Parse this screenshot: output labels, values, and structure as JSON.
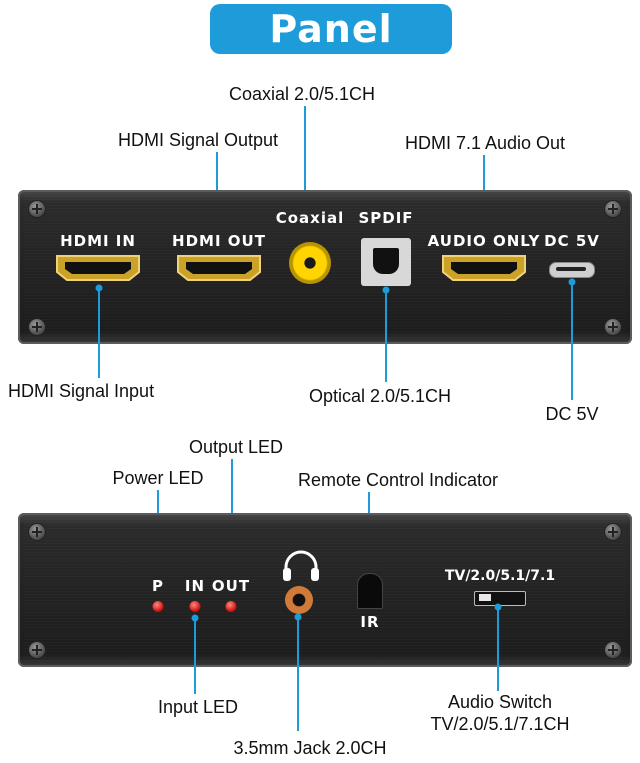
{
  "title": "Panel",
  "front_panel": {
    "callouts": {
      "coaxial": "Coaxial 2.0/5.1CH",
      "hdmi_output": "HDMI Signal Output",
      "hdmi_audio_out": "HDMI 7.1 Audio Out",
      "hdmi_input": "HDMI Signal Input",
      "optical": "Optical 2.0/5.1CH",
      "dc": "DC 5V"
    },
    "labels": {
      "hdmi_in": "HDMI IN",
      "hdmi_out": "HDMI OUT",
      "coaxial": "Coaxial",
      "spdif": "SPDIF",
      "audio_only": "AUDIO ONLY",
      "dc": "DC 5V"
    }
  },
  "rear_panel": {
    "callouts": {
      "output_led": "Output LED",
      "power_led": "Power LED",
      "remote_indicator": "Remote Control Indicator",
      "input_led": "Input LED",
      "jack": "3.5mm Jack 2.0CH",
      "switch_line1": "Audio Switch",
      "switch_line2": "TV/2.0/5.1/7.1CH"
    },
    "labels": {
      "p": "P",
      "in": "IN",
      "out": "OUT",
      "ir": "IR",
      "switch": "TV/2.0/5.1/7.1"
    }
  },
  "colors": {
    "accent": "#1e9bd9",
    "panel": "#232323",
    "led": "#d41a1a",
    "hdmi_gold": "#d4a017"
  }
}
